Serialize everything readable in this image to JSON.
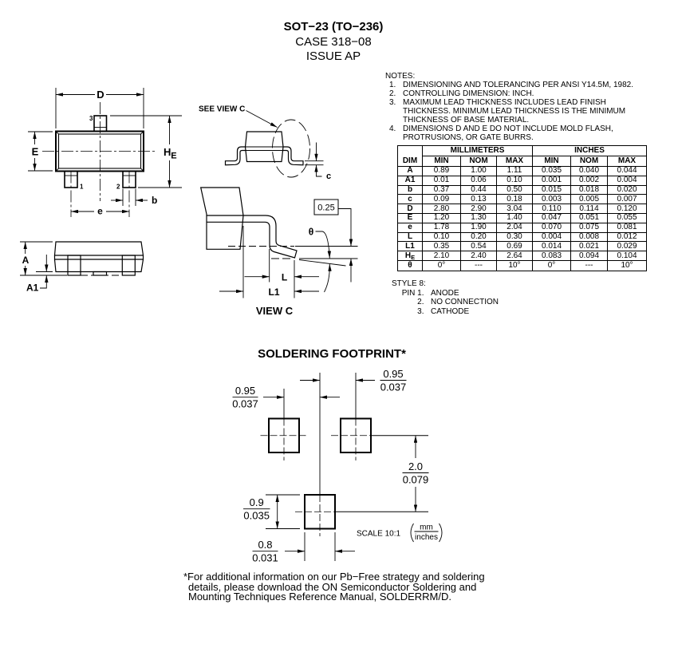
{
  "header": {
    "title": "SOT−23 (TO−236)",
    "case": "CASE 318−08",
    "issue": "ISSUE AP"
  },
  "notes": {
    "heading": "NOTES:",
    "items": [
      {
        "number": "1.",
        "lines": [
          "DIMENSIONING AND TOLERANCING PER ANSI Y14.5M, 1982."
        ]
      },
      {
        "number": "2.",
        "lines": [
          "CONTROLLING DIMENSION: INCH."
        ]
      },
      {
        "number": "3.",
        "lines": [
          "MAXIMUM LEAD THICKNESS INCLUDES LEAD FINISH",
          "THICKNESS. MINIMUM LEAD THICKNESS IS THE MINIMUM",
          "THICKNESS OF BASE MATERIAL."
        ]
      },
      {
        "number": "4.",
        "lines": [
          "DIMENSIONS D AND E DO NOT INCLUDE MOLD FLASH,",
          "PROTRUSIONS, OR GATE BURRS."
        ]
      }
    ]
  },
  "dimension_table": {
    "dim_header": "DIM",
    "groups": [
      "MILLIMETERS",
      "INCHES"
    ],
    "columns": [
      "MIN",
      "NOM",
      "MAX",
      "MIN",
      "NOM",
      "MAX"
    ],
    "rows": [
      {
        "dim": "A",
        "values": [
          "0.89",
          "1.00",
          "1.11",
          "0.035",
          "0.040",
          "0.044"
        ]
      },
      {
        "dim": "A1",
        "values": [
          "0.01",
          "0.06",
          "0.10",
          "0.001",
          "0.002",
          "0.004"
        ]
      },
      {
        "dim": "b",
        "values": [
          "0.37",
          "0.44",
          "0.50",
          "0.015",
          "0.018",
          "0.020"
        ]
      },
      {
        "dim": "c",
        "values": [
          "0.09",
          "0.13",
          "0.18",
          "0.003",
          "0.005",
          "0.007"
        ]
      },
      {
        "dim": "D",
        "values": [
          "2.80",
          "2.90",
          "3.04",
          "0.110",
          "0.114",
          "0.120"
        ]
      },
      {
        "dim": "E",
        "values": [
          "1.20",
          "1.30",
          "1.40",
          "0.047",
          "0.051",
          "0.055"
        ]
      },
      {
        "dim": "e",
        "values": [
          "1.78",
          "1.90",
          "2.04",
          "0.070",
          "0.075",
          "0.081"
        ]
      },
      {
        "dim": "L",
        "values": [
          "0.10",
          "0.20",
          "0.30",
          "0.004",
          "0.008",
          "0.012"
        ]
      },
      {
        "dim": "L1",
        "values": [
          "0.35",
          "0.54",
          "0.69",
          "0.014",
          "0.021",
          "0.029"
        ]
      },
      {
        "dim": "H",
        "dim_sub": "E",
        "values": [
          "2.10",
          "2.40",
          "2.64",
          "0.083",
          "0.094",
          "0.104"
        ]
      },
      {
        "dim": "θ",
        "values": [
          "0°",
          "---",
          "10°",
          "0°",
          "---",
          "10°"
        ]
      }
    ]
  },
  "style": {
    "heading": "STYLE 8:",
    "pins": [
      {
        "label": "PIN 1.",
        "function": "ANODE"
      },
      {
        "label": "2.",
        "function": "NO CONNECTION"
      },
      {
        "label": "3.",
        "function": "CATHODE"
      }
    ]
  },
  "drawings": {
    "top_view": {
      "dim_D": "D",
      "dim_E": "E",
      "dim_HE": {
        "main": "H",
        "sub": "E"
      },
      "dim_b": "b",
      "dim_e": "e",
      "pin_labels": {
        "pin1": "1",
        "pin2": "2",
        "pin3": "3"
      }
    },
    "side_view": {
      "dim_A": "A",
      "dim_A1": "A1"
    },
    "end_view": {
      "callout": "SEE VIEW C",
      "dim_c": "c"
    },
    "view_c": {
      "title": "VIEW C",
      "gauge_plane": "0.25",
      "dim_theta": "θ",
      "dim_L": "L",
      "dim_L1": "L1"
    }
  },
  "footprint": {
    "title": "SOLDERING FOOTPRINT*",
    "dimensions": {
      "pitch_right": {
        "mm": "0.95",
        "inches": "0.037"
      },
      "pitch_left": {
        "mm": "0.95",
        "inches": "0.037"
      },
      "row_spacing": {
        "mm": "2.0",
        "inches": "0.079"
      },
      "pad_height": {
        "mm": "0.9",
        "inches": "0.035"
      },
      "pad_width": {
        "mm": "0.8",
        "inches": "0.031"
      }
    },
    "scale": "SCALE 10:1",
    "units_legend": {
      "top": "mm",
      "bottom": "inches"
    }
  },
  "footnote": {
    "lines": [
      "*For additional information on our Pb−Free strategy and soldering",
      "details, please download the ON Semiconductor Soldering and",
      "Mounting Techniques Reference Manual, SOLDERRM/D."
    ]
  }
}
